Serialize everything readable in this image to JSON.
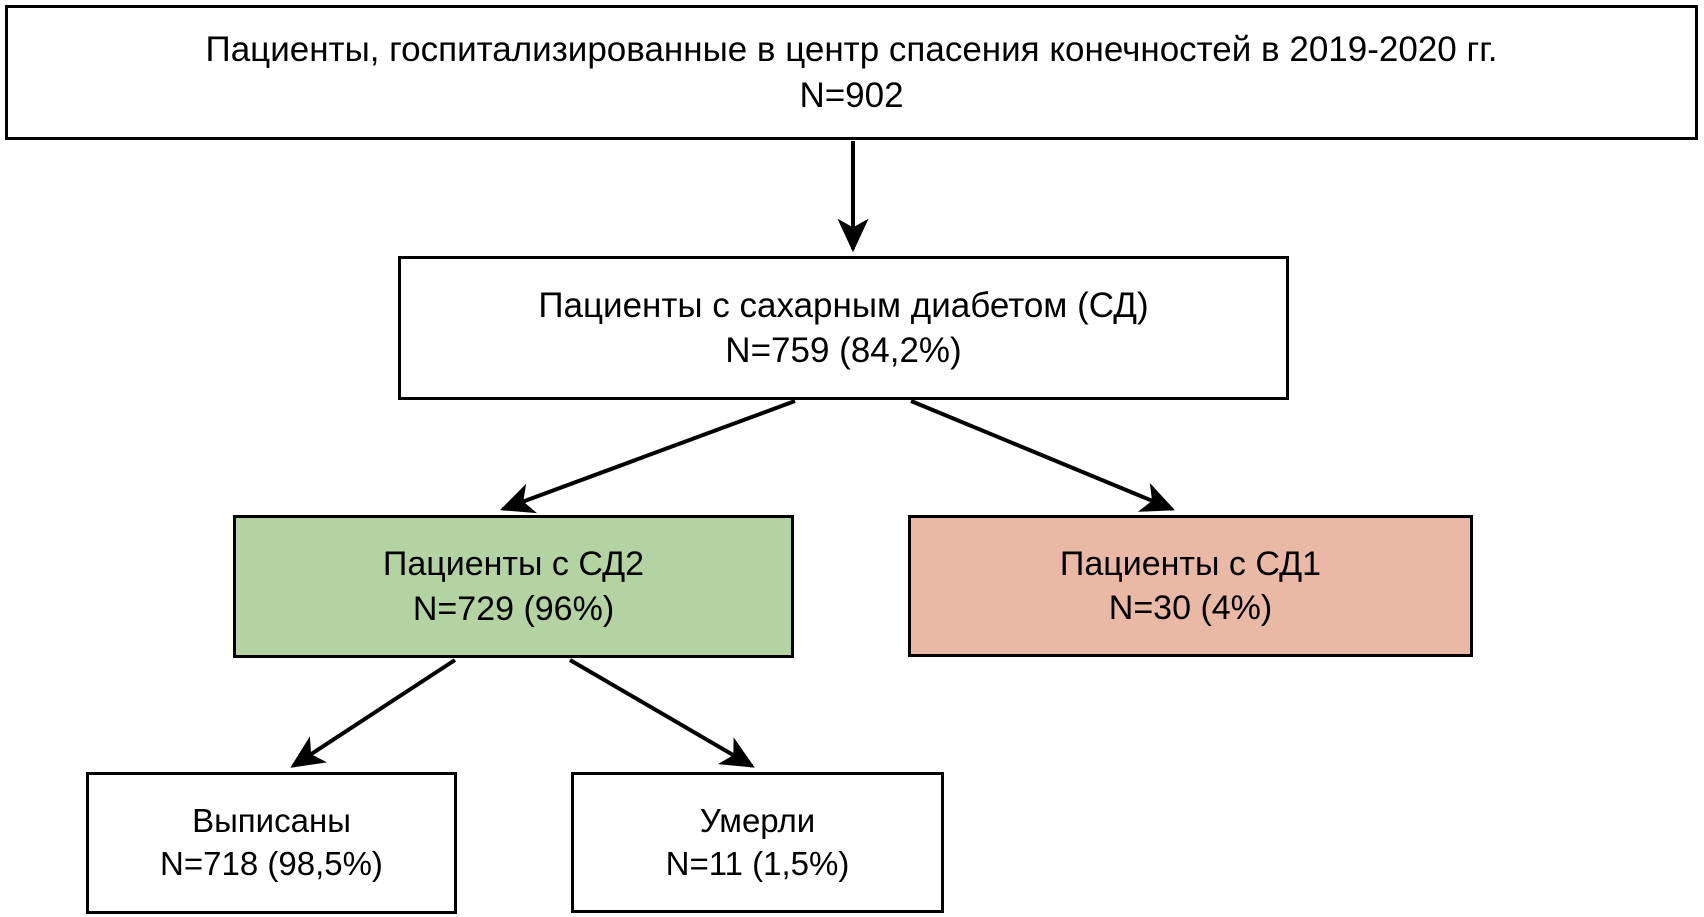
{
  "diagram": {
    "type": "flowchart",
    "title_text": "",
    "language": "ru",
    "colors": {
      "stroke": "#000000",
      "box_default_fill": "#ffffff",
      "dm2_fill": "#b4d3a2",
      "dm1_fill": "#e9b9a5"
    },
    "nodes": {
      "root": {
        "line1": "Пациенты, госпитализированные в центр спасения конечностей в 2019-2020 гг.",
        "line2": "N=902",
        "count": 902,
        "fill": "#ffffff"
      },
      "diabetes": {
        "line1": "Пациенты с сахарным диабетом (СД)",
        "line2": "N=759 (84,2%)",
        "count": 759,
        "percent": "84,2%",
        "fill": "#ffffff"
      },
      "dm2": {
        "line1": "Пациенты с СД2",
        "line2": "N=729 (96%)",
        "count": 729,
        "percent": "96%",
        "fill": "#b4d3a2"
      },
      "dm1": {
        "line1": "Пациенты с СД1",
        "line2": "N=30 (4%)",
        "count": 30,
        "percent": "4%",
        "fill": "#e9b9a5"
      },
      "discharged": {
        "line1": "Выписаны",
        "line2": "N=718 (98,5%)",
        "count": 718,
        "percent": "98,5%",
        "fill": "#ffffff"
      },
      "died": {
        "line1": "Умерли",
        "line2": "N=11 (1,5%)",
        "count": 11,
        "percent": "1,5%",
        "fill": "#ffffff"
      }
    },
    "edges": [
      {
        "name": "root-to-diabetes",
        "from": "root",
        "to": "diabetes",
        "label": ""
      },
      {
        "name": "diabetes-to-dm2",
        "from": "diabetes",
        "to": "dm2",
        "label": ""
      },
      {
        "name": "diabetes-to-dm1",
        "from": "diabetes",
        "to": "dm1",
        "label": ""
      },
      {
        "name": "dm2-to-discharged",
        "from": "dm2",
        "to": "discharged",
        "label": ""
      },
      {
        "name": "dm2-to-died",
        "from": "dm2",
        "to": "died",
        "label": ""
      }
    ]
  }
}
